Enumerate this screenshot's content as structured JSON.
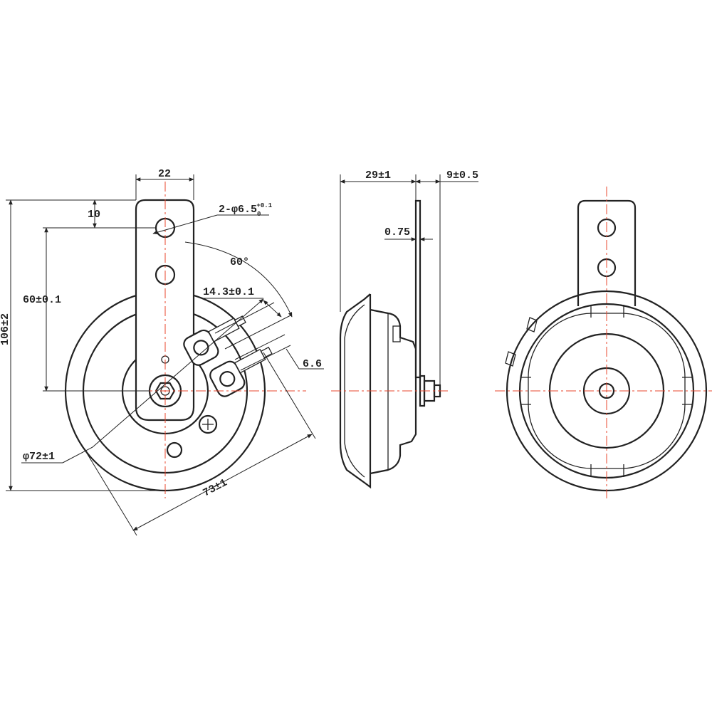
{
  "colors": {
    "outline": "#222222",
    "centerline": "#e8472e",
    "background": "#ffffff"
  },
  "front_view": {
    "bracket_width": "22",
    "hole_offset": "10",
    "hole_spec_prefix": "2-φ6.5",
    "hole_spec_sub": "0",
    "hole_spec_sup": "+0.1",
    "hole_spacing": "60±0.1",
    "overall_height": "106±2",
    "angle": "60°",
    "terminal_spacing": "14.3±0.1",
    "terminal_width": "6.6",
    "inner_diameter": "φ72±1",
    "outer_diameter": "73±1"
  },
  "side_view": {
    "body_depth": "29±1",
    "stud_length": "9±0.5",
    "bracket_thickness": "0.75"
  }
}
